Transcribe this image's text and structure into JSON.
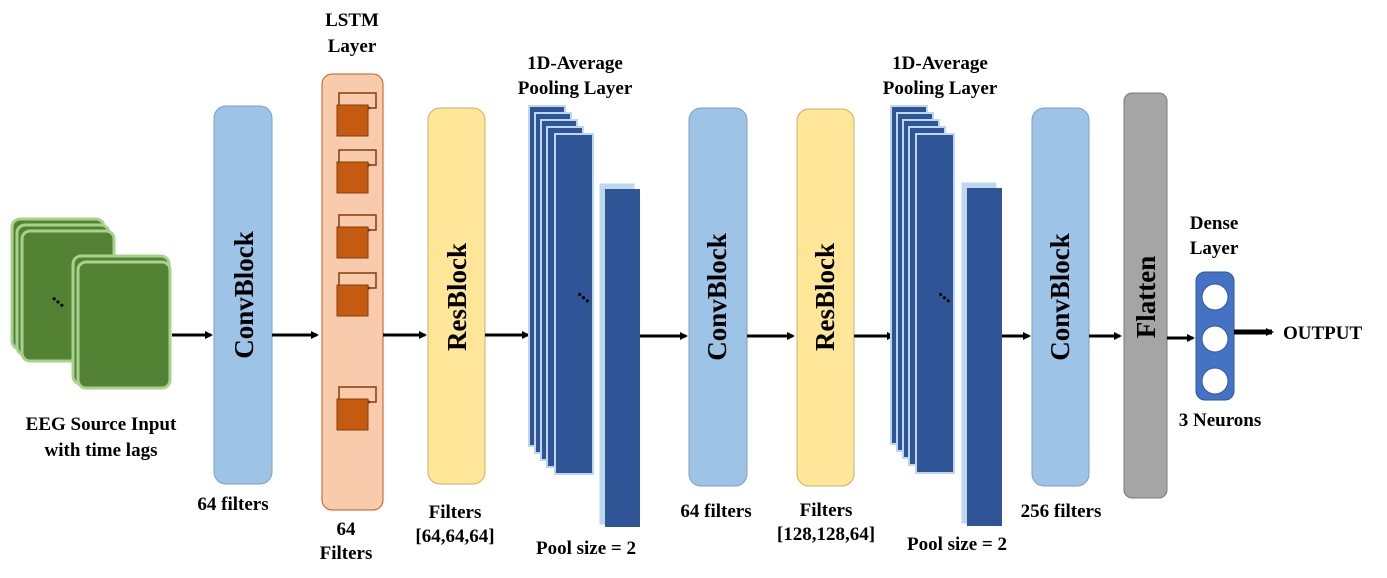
{
  "input": {
    "label_line1": "EEG Source Input",
    "label_line2": "with time lags",
    "color": "#548235",
    "edge_color": "#a9d18e",
    "ellipsis": "..."
  },
  "conv1": {
    "name": "ConvBlock",
    "caption": "64 filters",
    "color": "#9dc3e6"
  },
  "lstm": {
    "title_line1": "LSTM",
    "title_line2": "Layer",
    "caption_line1": "64",
    "caption_line2": "Filters",
    "fill": "#f8cbad",
    "stroke": "#c55a11",
    "cell_color": "#c55a11"
  },
  "res1": {
    "name": "ResBlock",
    "caption_line1": "Filters",
    "caption_line2": "[64,64,64]",
    "color": "#ffe699"
  },
  "pool1": {
    "title_line1": "1D-Average",
    "title_line2": "Pooling Layer",
    "caption": "Pool size = 2",
    "color": "#2f5597",
    "edge_color": "#bdd7ee",
    "ellipsis": "..."
  },
  "conv2": {
    "name": "ConvBlock",
    "caption": "64 filters",
    "color": "#9dc3e6"
  },
  "res2": {
    "name": "ResBlock",
    "caption_line1": "Filters",
    "caption_line2": "[128,128,64]",
    "color": "#ffe699"
  },
  "pool2": {
    "title_line1": "1D-Average",
    "title_line2": "Pooling Layer",
    "caption": "Pool size = 2",
    "color": "#2f5597",
    "edge_color": "#bdd7ee",
    "ellipsis": "..."
  },
  "conv3": {
    "name": "ConvBlock",
    "caption": "256 filters",
    "color": "#9dc3e6"
  },
  "flatten": {
    "name": "Flatten",
    "color": "#a5a5a5"
  },
  "dense": {
    "title_line1": "Dense",
    "title_line2": "Layer",
    "caption": "3 Neurons",
    "neuron_count": 3,
    "color": "#4472c4"
  },
  "output": {
    "label": "OUTPUT"
  }
}
